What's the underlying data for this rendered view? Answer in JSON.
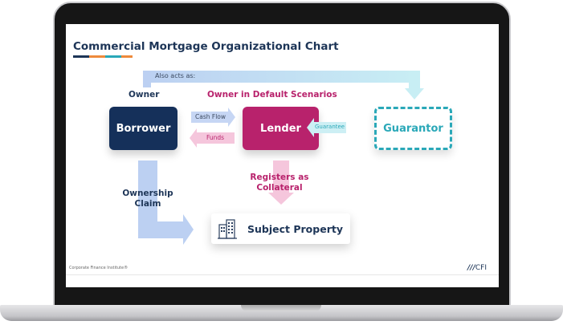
{
  "title": "Commercial Mortgage Organizational Chart",
  "colors": {
    "navy": "#15305a",
    "magenta": "#b8226c",
    "teal": "#2aa8b8",
    "orange": "#ee8a3c",
    "light_blue": "#b9cdf0",
    "pink": "#f5bcd6"
  },
  "nodes": {
    "borrower": "Borrower",
    "lender": "Lender",
    "guarantor": "Guarantor",
    "property": "Subject Property"
  },
  "labels": {
    "owner": "Owner",
    "owner_default": "Owner in Default Scenarios",
    "also_acts_as": "Also acts as:",
    "cash_flow": "Cash Flow",
    "funds": "Funds",
    "guarantee": "Guarantee",
    "registers_line1": "Registers as",
    "registers_line2": "Collateral",
    "ownership_line1": "Ownership",
    "ownership_line2": "Claim"
  },
  "footer": {
    "credit": "Corporate Finance Institute®",
    "logo": "CFI"
  }
}
